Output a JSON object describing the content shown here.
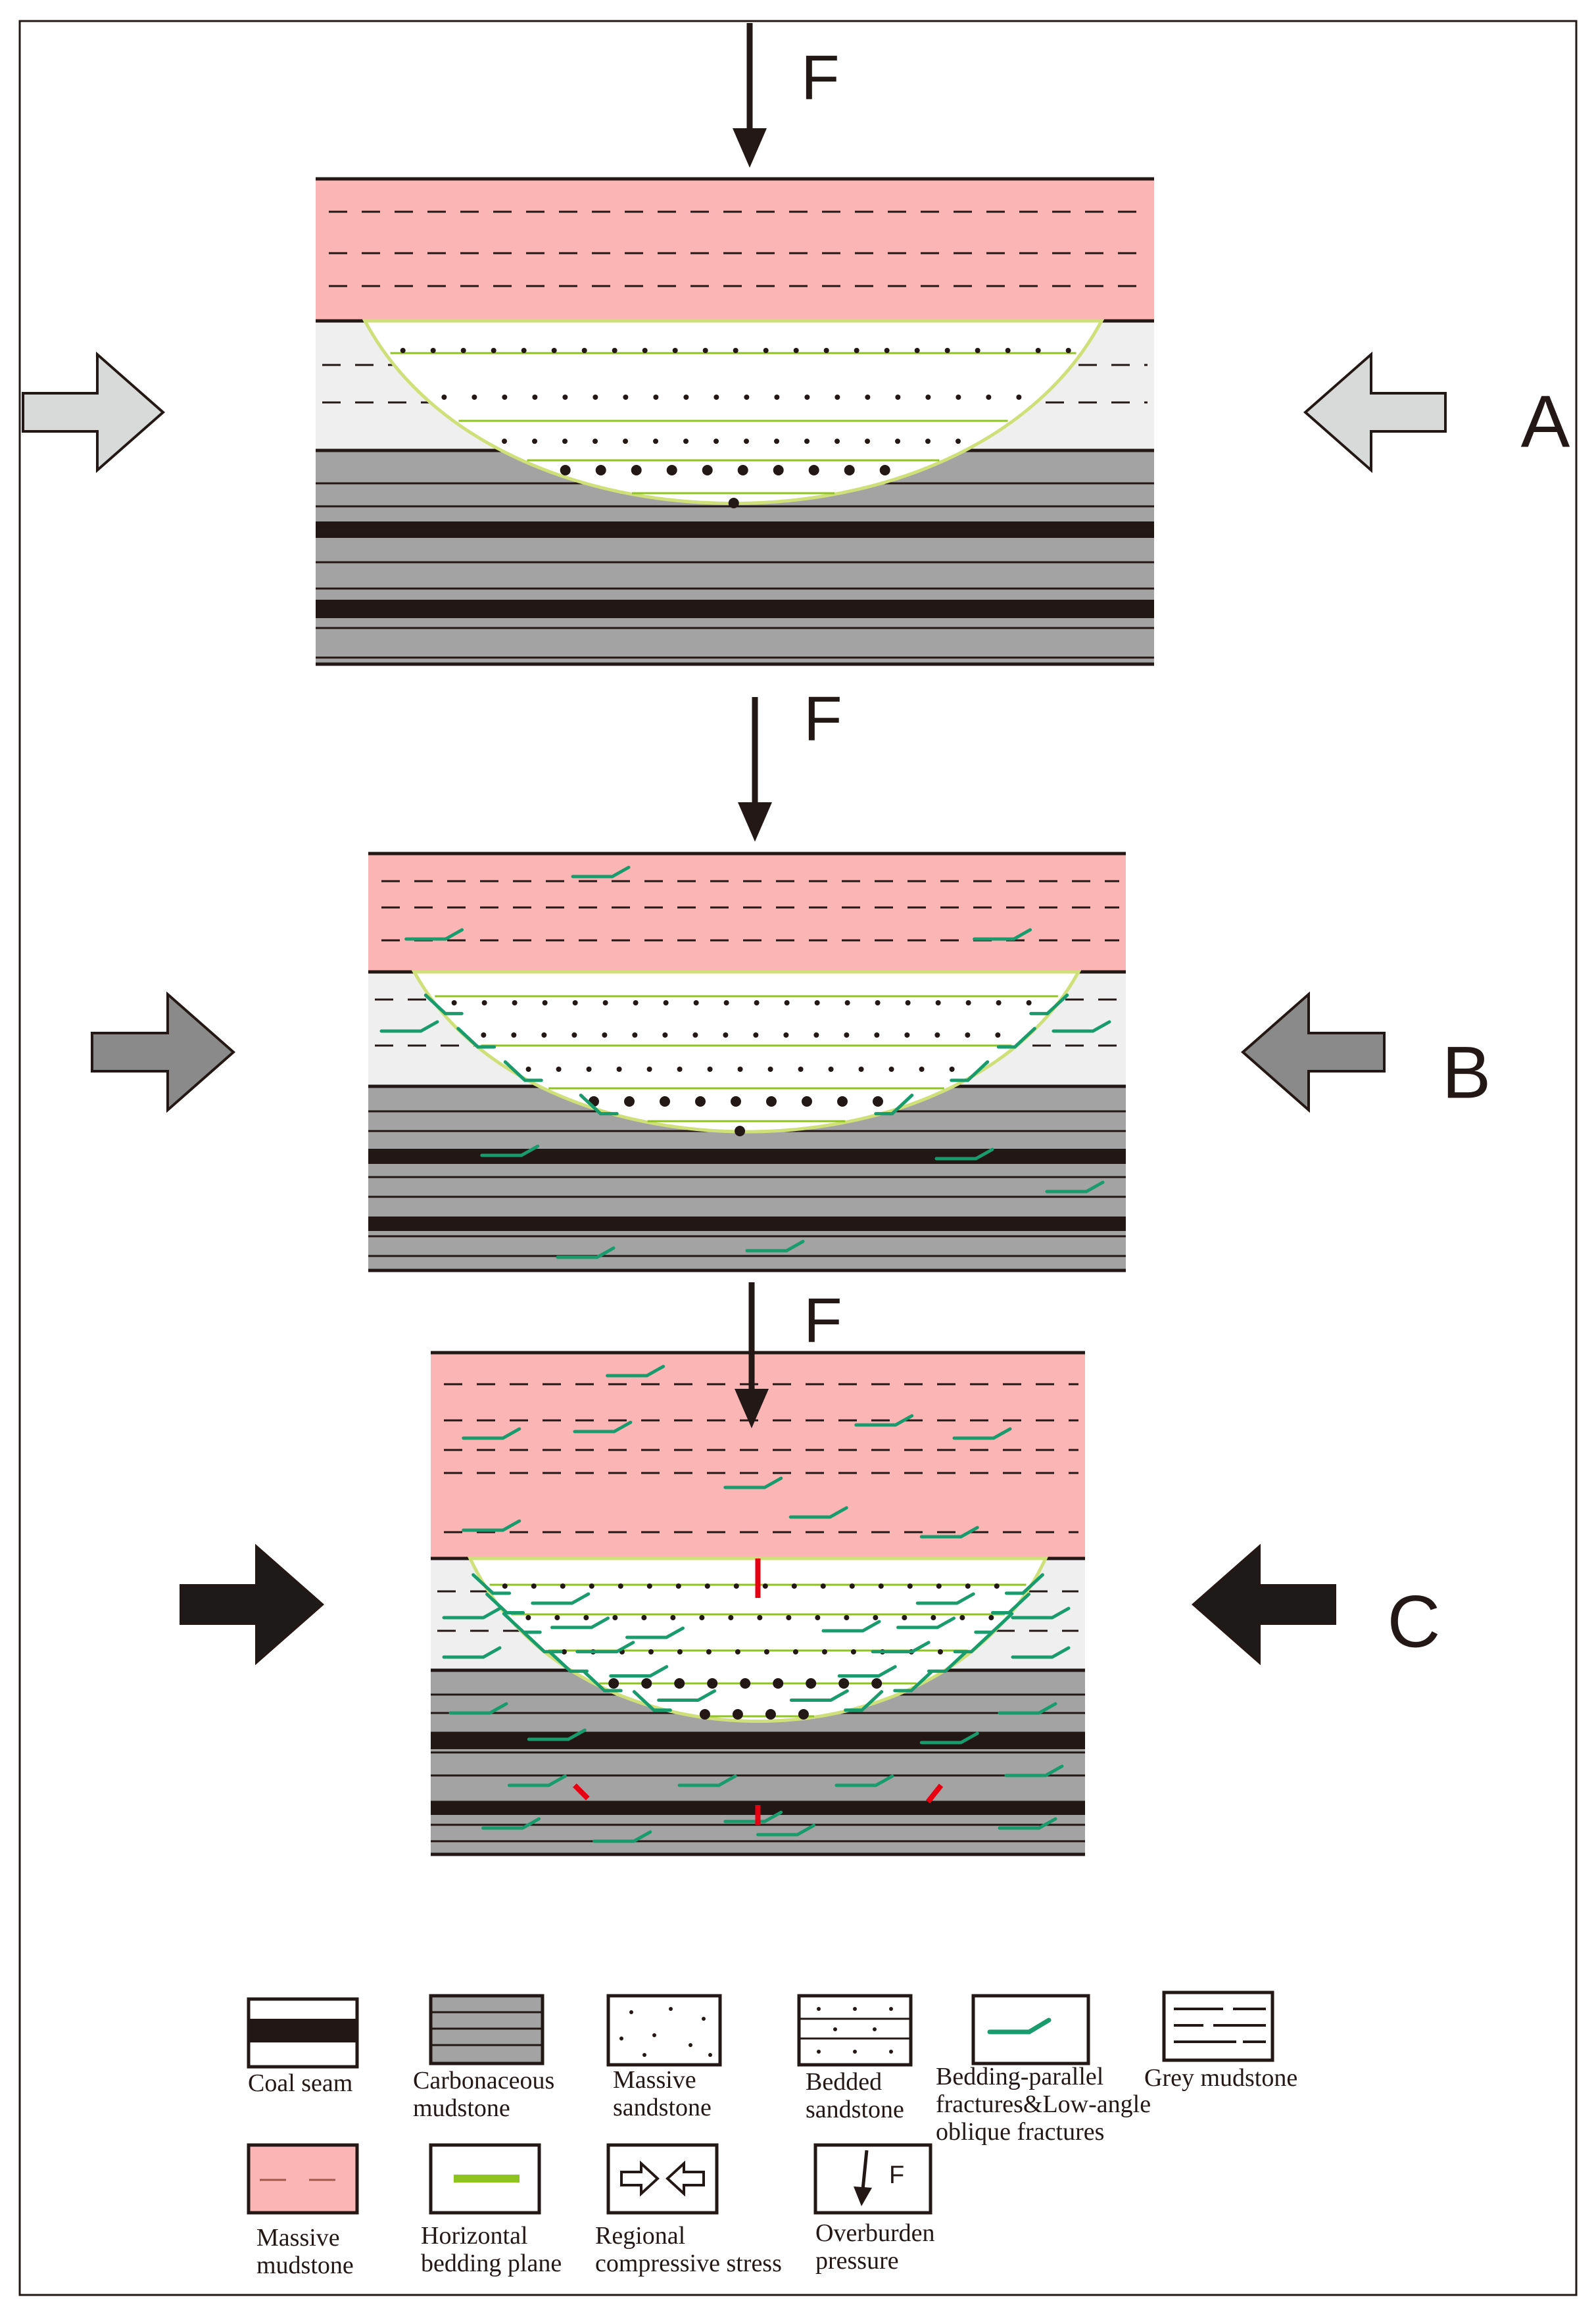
{
  "panels": [
    {
      "letter": "A",
      "force_label": "F"
    },
    {
      "letter": "B",
      "force_label": "F"
    },
    {
      "letter": "C",
      "force_label": "F"
    }
  ],
  "legend": {
    "coal_seam": "Coal seam",
    "carbonaceous_mudstone": [
      "Carbonaceous",
      "mudstone"
    ],
    "massive_sandstone": [
      "Massive",
      "sandstone"
    ],
    "bedded_sandstone": [
      "Bedded",
      "sandstone"
    ],
    "fractures": [
      "Bedding-parallel",
      "fractures&Low-angle",
      "oblique fractures"
    ],
    "grey_mudstone": "Grey mudstone",
    "massive_mudstone": [
      "Massive",
      "mudstone"
    ],
    "horizontal_bedding": [
      "Horizontal",
      "bedding  plane"
    ],
    "regional_stress": [
      "Regional",
      "compressive stress"
    ],
    "overburden": [
      "Overburden",
      "pressure"
    ],
    "overburden_icon_label": "F"
  },
  "colors": {
    "massive_mudstone": "#fbb5b5",
    "grey_mudstone": "#efefef",
    "carbonaceous_mudstone": "#a3a3a3",
    "coal": "#221714",
    "sand_outline": "#cfe07a",
    "horizontal_bedding": "#8fc31f",
    "fracture": "#1a9b6e",
    "vertical_fracture": "#e60012",
    "arrow_A": "#d8dad9",
    "arrow_B": "#8a8a8a",
    "arrow_C": "#1e1a1a"
  }
}
